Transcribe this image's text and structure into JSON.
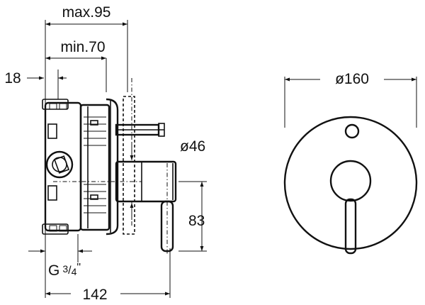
{
  "dimensions": {
    "max_depth": "max.95",
    "min_depth": "min.70",
    "wall_offset": "18",
    "spindle_diameter": "ø46",
    "plate_diameter": "ø160",
    "lever_height": "83",
    "overall_depth": "142",
    "thread_prefix": "G",
    "thread_numerator": "3",
    "thread_slash": "/",
    "thread_denominator": "4",
    "thread_quote": "\""
  }
}
